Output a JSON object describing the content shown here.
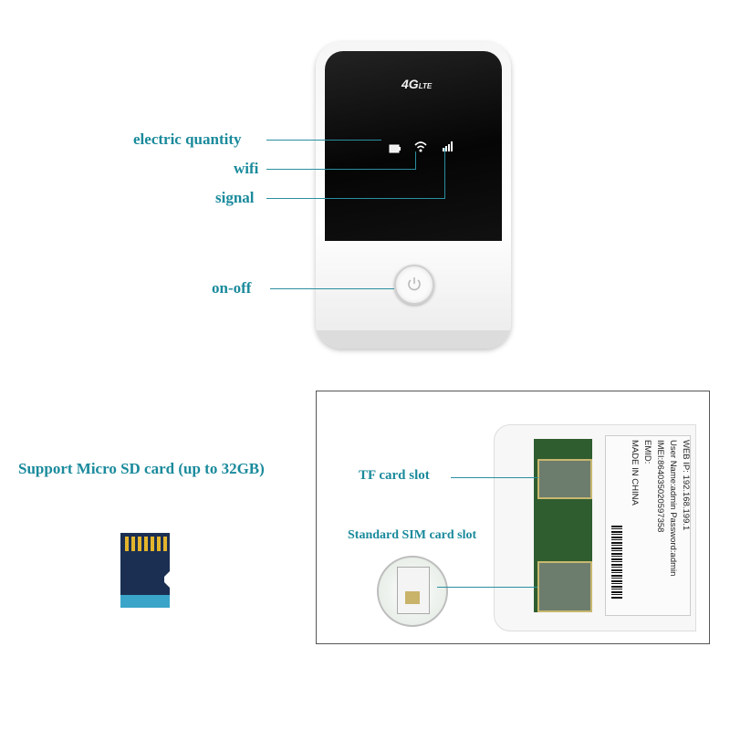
{
  "device": {
    "brand": "4GLTE",
    "brand_main": "4G",
    "brand_sub": "LTE",
    "callouts": {
      "electric_quantity": "electric quantity",
      "wifi": "wifi",
      "signal": "signal",
      "on_off": "on-off"
    },
    "icons": [
      "battery-icon",
      "wifi-icon",
      "signal-icon",
      "power-icon"
    ]
  },
  "sd_section": {
    "heading": "Support Micro SD card (up to 32GB)",
    "icon": "micro-sd-card-icon"
  },
  "slots": {
    "tf_label": "TF card slot",
    "sim_label": "Standard SIM card slot",
    "sticker_lines": [
      "WEB IP: 192.168.199.1",
      "User Name:admin  Password:admin",
      "IMEI:864035020597358",
      "EMID:",
      "MADE IN CHINA"
    ]
  },
  "colors": {
    "accent": "#1a8a9c",
    "line": "#2a8fa0"
  }
}
